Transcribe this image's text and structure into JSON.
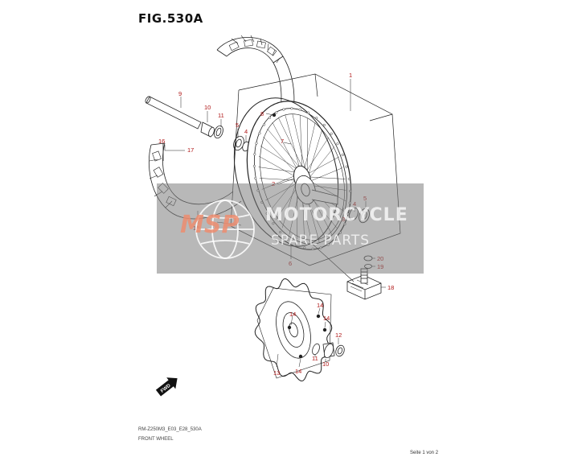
{
  "figure": {
    "title": "FIG.530A",
    "model_code": "RM-Z250M3_E03_E28_530A",
    "diagram_name": "FRONT WHEEL",
    "page_info": "Seite 1 von 2"
  },
  "watermark": {
    "logo_text": "MSP",
    "line1": "MOTORCYCLE",
    "line2": "SPARE PARTS",
    "panel_color": "#7d7d7d"
  },
  "fwd_badge": "FWD",
  "callout_color": "#b01818",
  "callouts": [
    "1",
    "2",
    "3",
    "4",
    "5",
    "6",
    "7",
    "8",
    "9",
    "10",
    "11",
    "12",
    "13",
    "14",
    "15",
    "16",
    "17",
    "18",
    "19",
    "20"
  ]
}
